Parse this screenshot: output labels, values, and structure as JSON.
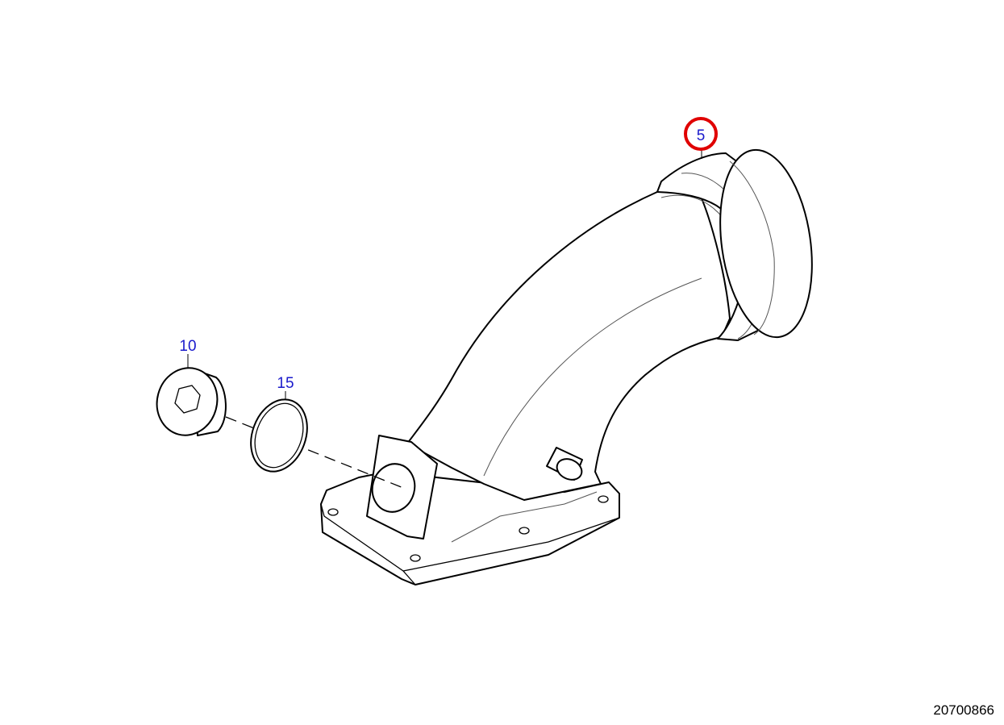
{
  "diagram": {
    "callouts": [
      {
        "label": "5",
        "highlighted": true,
        "highlight_color": "#e00000"
      },
      {
        "label": "10",
        "highlighted": false
      },
      {
        "label": "15",
        "highlighted": false
      }
    ],
    "label_color": "#1a1acc",
    "reference_number": "20700866"
  }
}
